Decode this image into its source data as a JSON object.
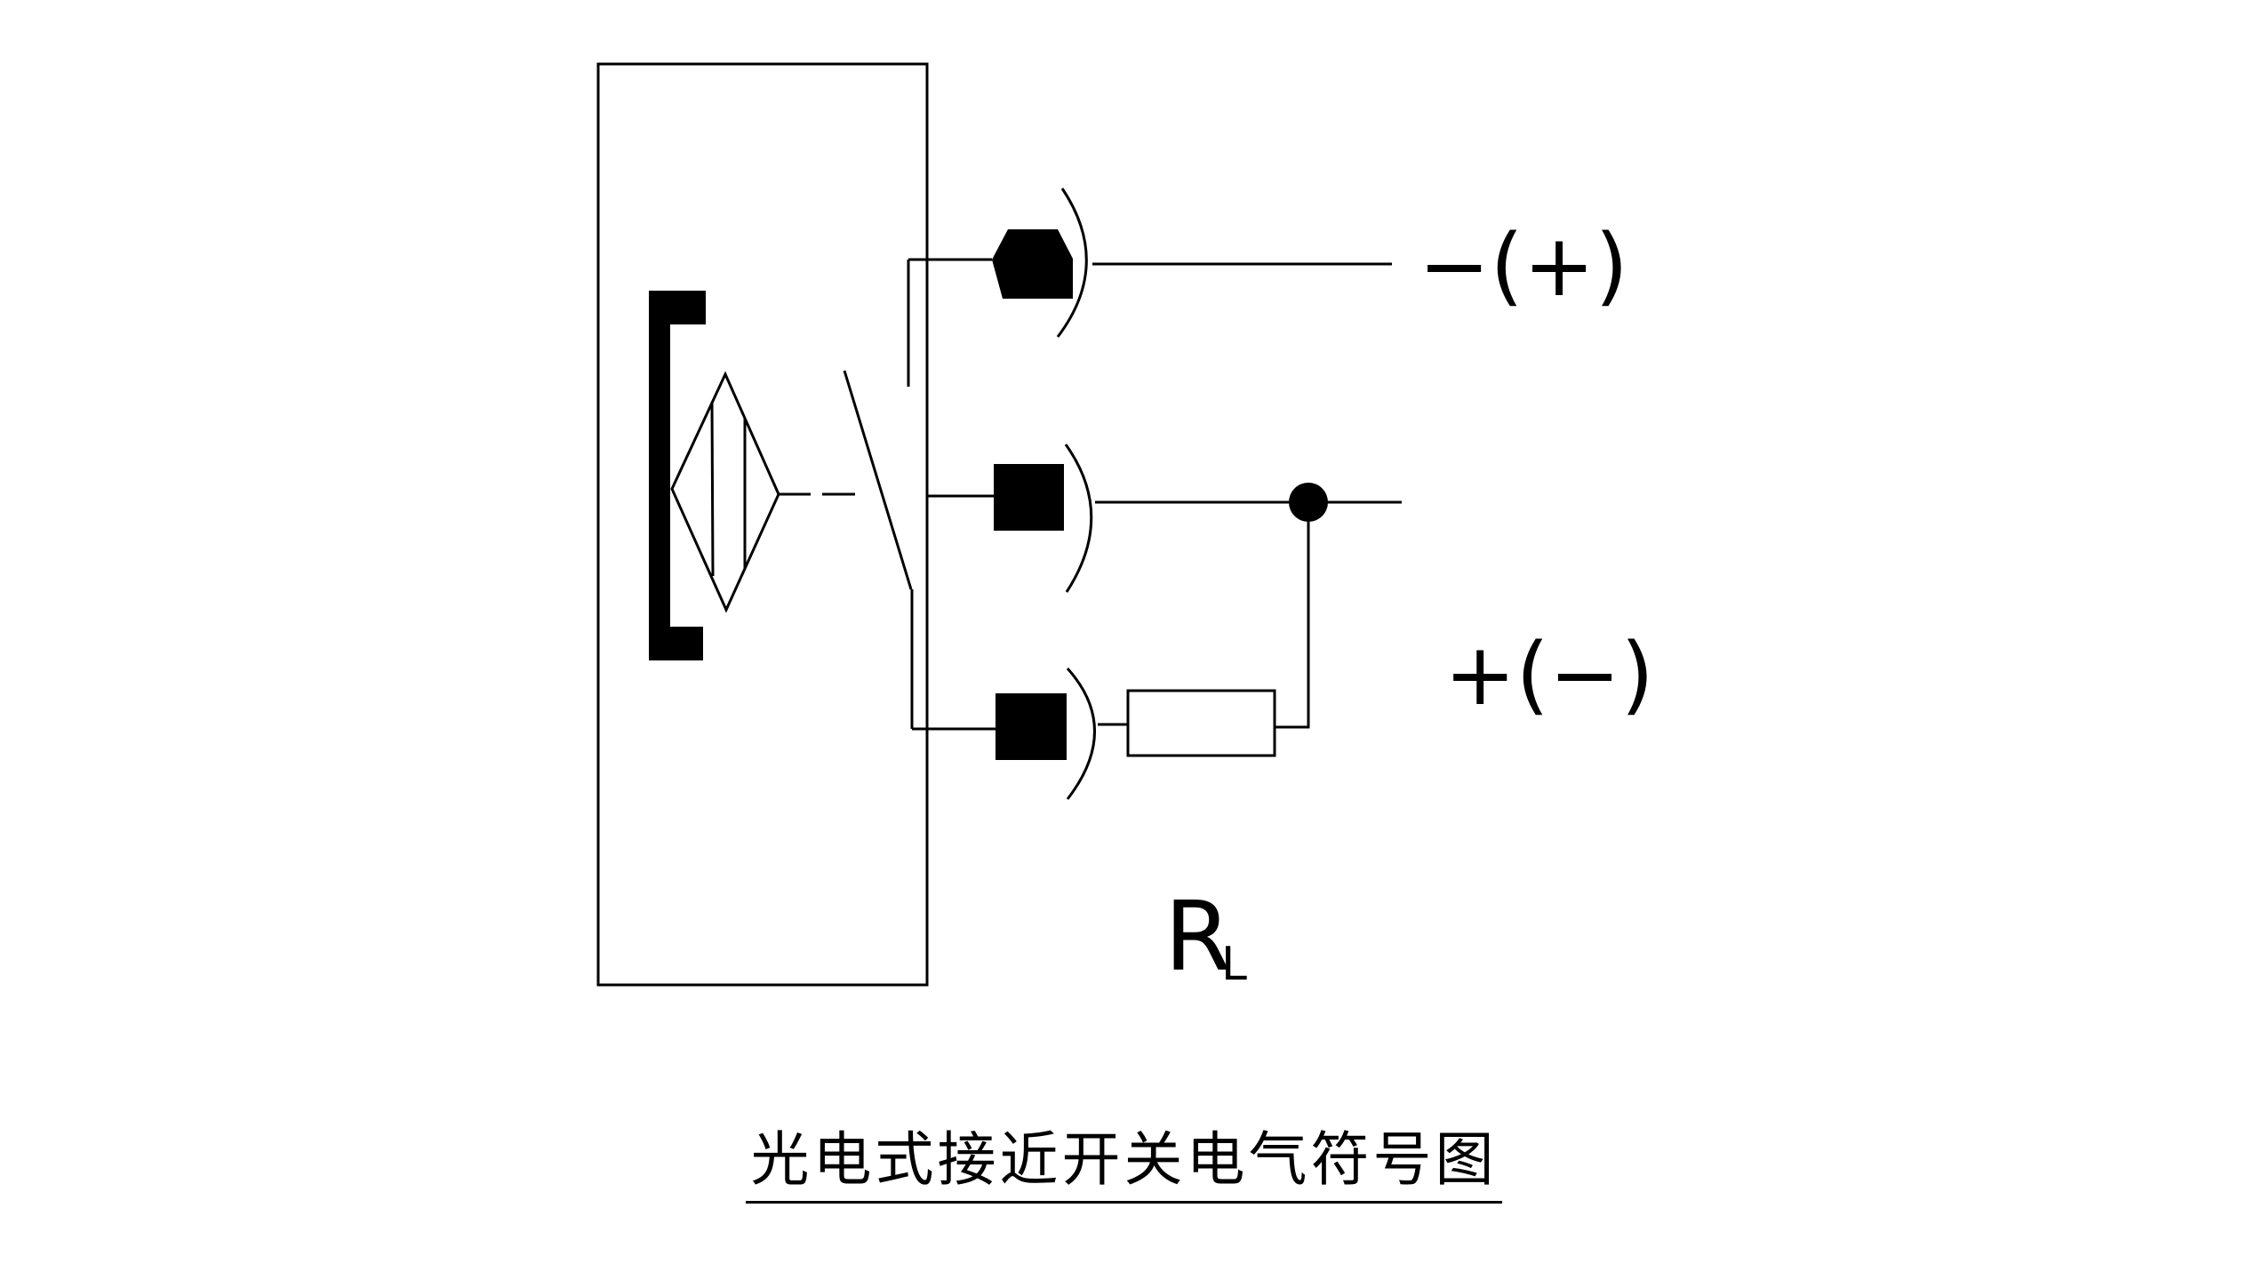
{
  "diagram": {
    "title": "光电式接近开关电气符号图",
    "type": "electrical-symbol-schematic",
    "subject": "Photoelectric proximity switch",
    "components": {
      "sensor_housing": "switch-body",
      "sensing_element": "photoelectric-sensing-symbol",
      "contact": "switch-contact",
      "terminals": [
        "terminal-1",
        "terminal-2",
        "terminal-3"
      ],
      "load": "load-resistor",
      "junction": "wire-junction"
    },
    "labels": {
      "top_terminal_polarity": "−(+)",
      "bottom_supply_polarity": "+(−)",
      "load_resistor_main": "R",
      "load_resistor_sub": "L"
    },
    "colors": {
      "stroke": "#000000",
      "background": "#ffffff"
    }
  }
}
